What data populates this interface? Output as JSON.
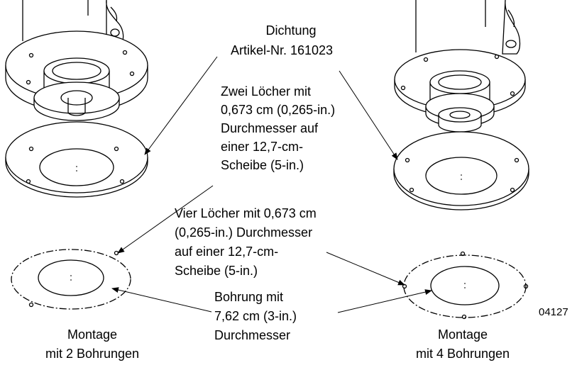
{
  "callouts": {
    "gasket_title": "Dichtung",
    "gasket_part": "Artikel-Nr. 161023",
    "two_holes": [
      "Zwei Löcher mit",
      "0,673 cm (0,265-in.)",
      "Durchmesser auf",
      "einer 12,7-cm-",
      "Scheibe (5-in.)"
    ],
    "four_holes": [
      "Vier Löcher mit 0,673 cm",
      "(0,265-in.) Durchmesser",
      "auf einer 12,7-cm-",
      "Scheibe (5-in.)"
    ],
    "bore": [
      "Bohrung mit",
      "7,62 cm (3-in.)",
      "Durchmesser"
    ]
  },
  "mount_labels": {
    "left": [
      "Montage",
      "mit 2 Bohrungen"
    ],
    "right": [
      "Montage",
      "mit 4 Bohrungen"
    ]
  },
  "figure_id": "04127"
}
